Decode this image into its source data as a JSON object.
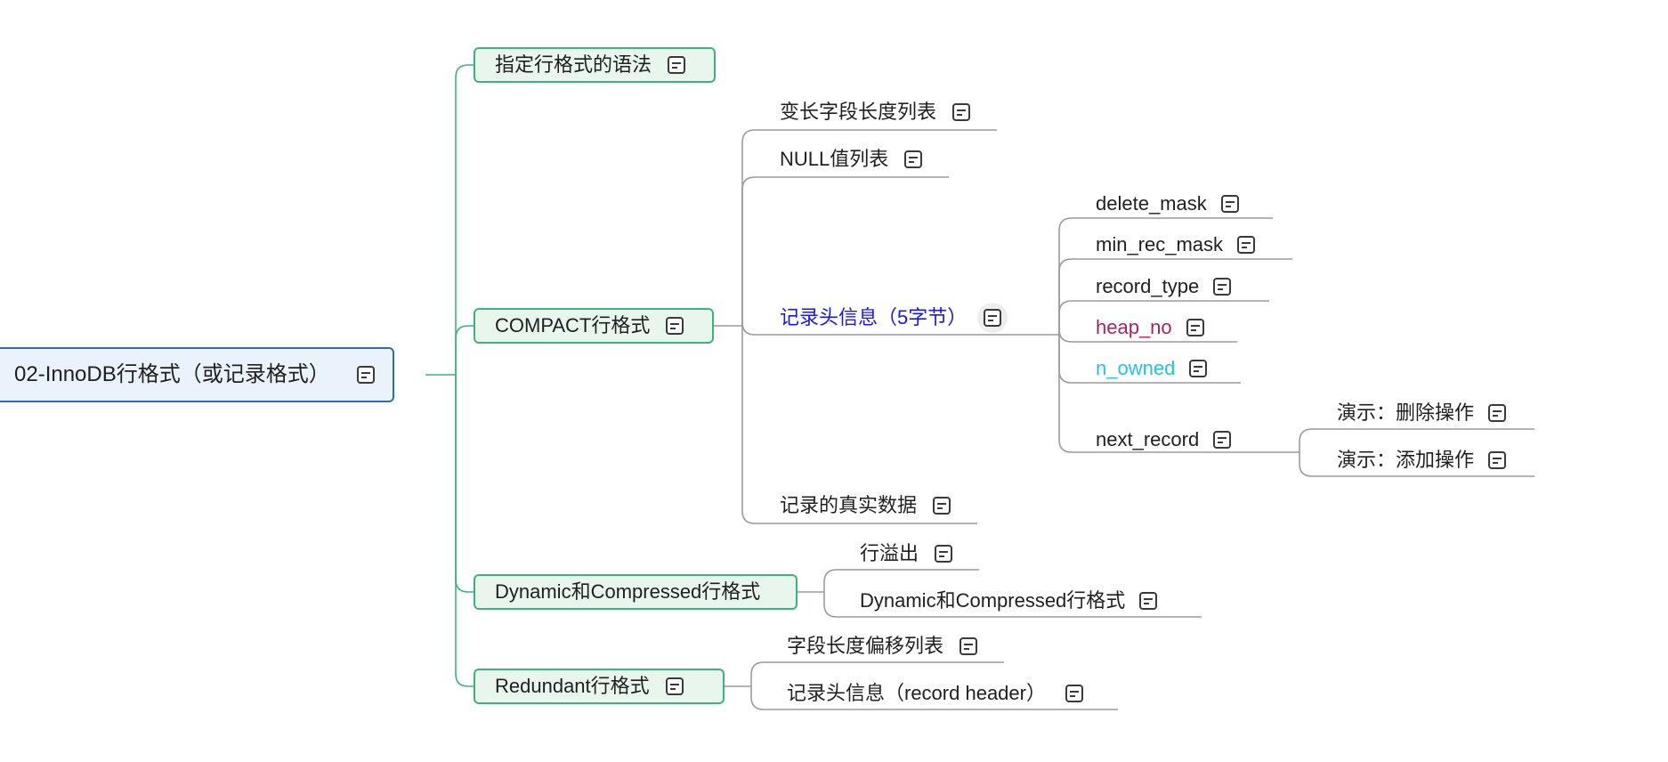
{
  "colors": {
    "root_border": "#2c6db5",
    "main_border": "#3db37a",
    "line_green": "#3db37a",
    "line_gray": "#9a9a9a",
    "text_default": "#1f1f1f",
    "text_blue": "#1a1adc",
    "text_maroon": "#a8245e",
    "text_cyan": "#22c2e8"
  },
  "icons": {
    "note": "note-icon"
  },
  "mindmap": {
    "root": {
      "label": "02-InnoDB行格式（或记录格式）"
    },
    "branches": [
      {
        "label": "指定行格式的语法",
        "children": []
      },
      {
        "label": "COMPACT行格式",
        "children": [
          {
            "label": "变长字段长度列表"
          },
          {
            "label": "NULL值列表"
          },
          {
            "label": "记录头信息（5字节）",
            "color": "#1a1adc",
            "children": [
              {
                "label": "delete_mask"
              },
              {
                "label": "min_rec_mask"
              },
              {
                "label": "record_type"
              },
              {
                "label": "heap_no",
                "color": "#a8245e"
              },
              {
                "label": "n_owned",
                "color": "#22c2e8"
              },
              {
                "label": "next_record",
                "children": [
                  {
                    "label": "演示：删除操作"
                  },
                  {
                    "label": "演示：添加操作"
                  }
                ]
              }
            ]
          },
          {
            "label": "记录的真实数据"
          }
        ]
      },
      {
        "label": "Dynamic和Compressed行格式",
        "children": [
          {
            "label": "行溢出"
          },
          {
            "label": "Dynamic和Compressed行格式"
          }
        ]
      },
      {
        "label": "Redundant行格式",
        "children": [
          {
            "label": "字段长度偏移列表"
          },
          {
            "label": "记录头信息（record header）"
          }
        ]
      }
    ]
  }
}
